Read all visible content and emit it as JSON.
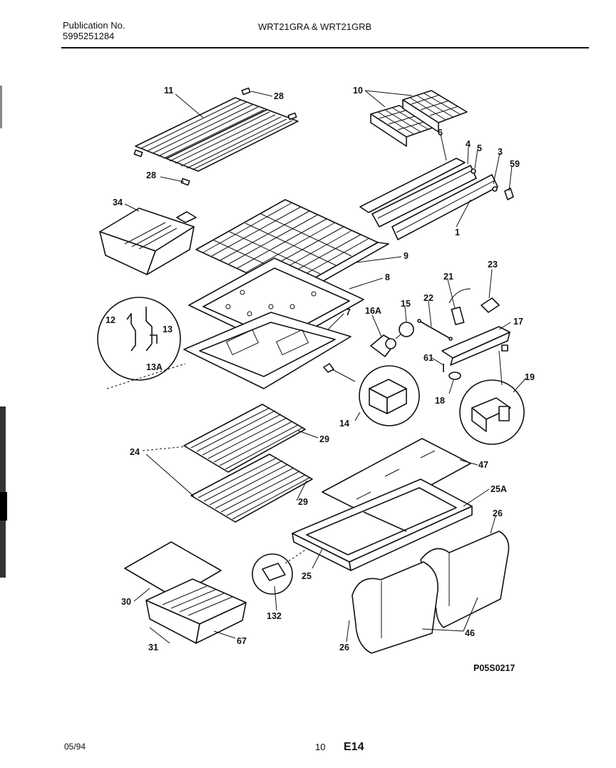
{
  "header": {
    "publication_label": "Publication No.",
    "publication_number": "5995251284",
    "model_title": "WRT21GRA & WRT21GRB"
  },
  "callouts": {
    "c1": "1",
    "c3": "3",
    "c4": "4",
    "c5": "5",
    "c6": "6",
    "c7": "7",
    "c8": "8",
    "c9": "9",
    "c10": "10",
    "c11": "11",
    "c12": "12",
    "c13": "13",
    "c13a": "13A",
    "c14": "14",
    "c15": "15",
    "c16a": "16A",
    "c17": "17",
    "c18": "18",
    "c19": "19",
    "c21": "21",
    "c22": "22",
    "c23": "23",
    "c24": "24",
    "c25": "25",
    "c25a": "25A",
    "c26a": "26",
    "c26b": "26",
    "c28a": "28",
    "c28b": "28",
    "c29a": "29",
    "c29b": "29",
    "c30": "30",
    "c31": "31",
    "c34": "34",
    "c46": "46",
    "c47": "47",
    "c59": "59",
    "c61": "61",
    "c67": "67",
    "c132": "132"
  },
  "figure_id": "P05S0217",
  "footer": {
    "date": "05/94",
    "page_number": "10",
    "section_code": "E14"
  }
}
